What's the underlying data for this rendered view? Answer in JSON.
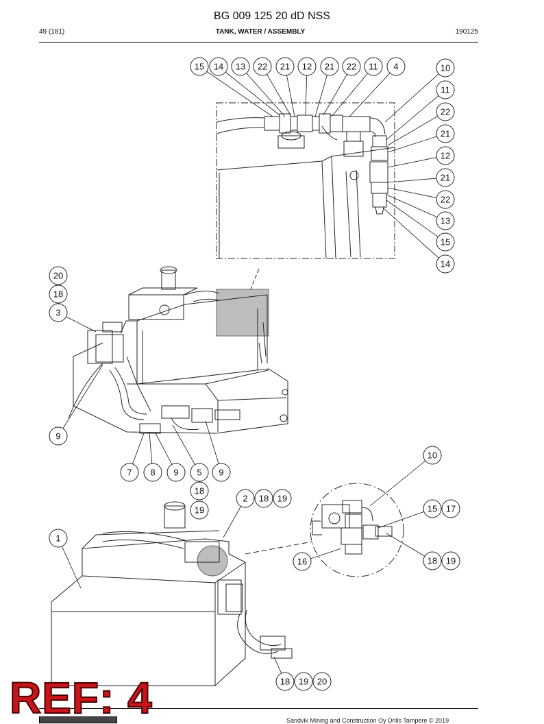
{
  "document": {
    "title": "BG 009 125 20 dD NSS",
    "page": "49 (181)",
    "section_title": "TANK, WATER / ASSEMBLY",
    "doc_date": "190125",
    "footer": "Sandvik Mining and Construction Oy Drills Tampere © 2019",
    "ref_badge": "REF: 4"
  },
  "callouts": {
    "top_row": [
      "15",
      "14",
      "13",
      "22",
      "21",
      "12",
      "21",
      "22",
      "11",
      "4"
    ],
    "right_column": [
      "10",
      "11",
      "22",
      "21",
      "12",
      "21",
      "22",
      "13",
      "15",
      "14"
    ],
    "left_stack": [
      "20",
      "18",
      "3"
    ],
    "left_single": "9",
    "bottom_row": [
      "7",
      "8",
      "9",
      "5",
      "9"
    ],
    "mid_stack": [
      "18",
      "19"
    ],
    "group_2": [
      "2",
      "18",
      "19"
    ],
    "item_1": "1",
    "detail_10": "10",
    "detail_15_17": [
      "15",
      "17"
    ],
    "detail_16": "16",
    "detail_18_19": [
      "18",
      "19"
    ],
    "bottom_group": [
      "18",
      "19",
      "20"
    ]
  }
}
